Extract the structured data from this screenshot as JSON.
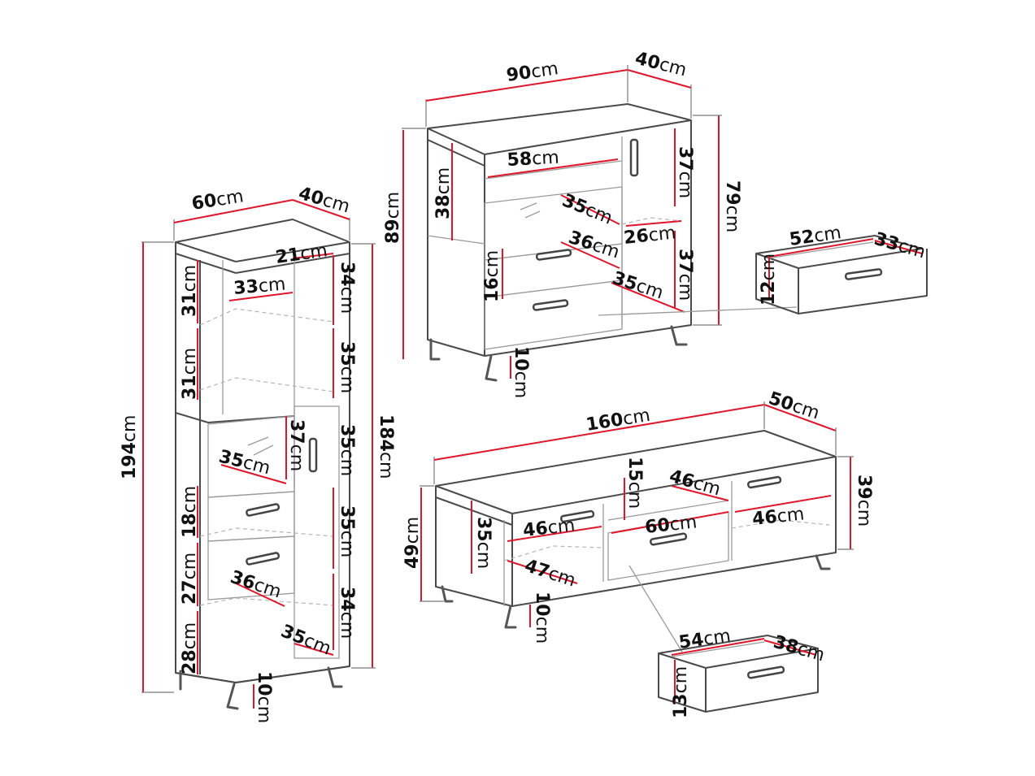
{
  "diagram": {
    "units": "cm",
    "tall_cabinet": {
      "width": "60",
      "depth": "40",
      "height_total": "194",
      "height_body": "184",
      "leg": "10",
      "inner": [
        "21",
        "33",
        "34",
        "31",
        "31",
        "35",
        "37",
        "35",
        "35",
        "18",
        "35",
        "27",
        "36",
        "34",
        "28",
        "35"
      ]
    },
    "sideboard": {
      "width": "90",
      "depth": "40",
      "height_total": "89",
      "height_body": "79",
      "leg": "10",
      "inner": [
        "58",
        "38",
        "37",
        "35",
        "26",
        "36",
        "16",
        "37",
        "35"
      ]
    },
    "sideboard_drawer": {
      "width": "52",
      "depth": "33",
      "height": "12"
    },
    "tv_stand": {
      "width": "160",
      "depth": "50",
      "height_total": "49",
      "height_body": "39",
      "leg": "10",
      "inner": [
        "15",
        "46",
        "46",
        "60",
        "46",
        "35",
        "47"
      ]
    },
    "tv_drawer": {
      "width": "54",
      "depth": "38",
      "height": "13"
    }
  }
}
